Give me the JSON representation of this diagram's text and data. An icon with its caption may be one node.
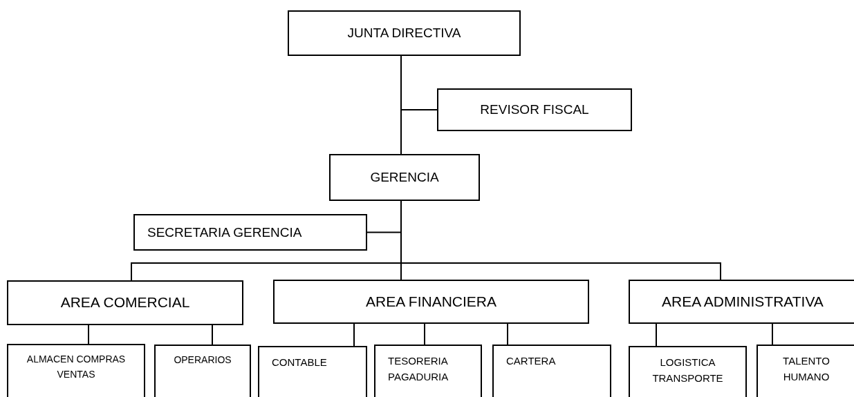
{
  "diagram": {
    "nodes": [
      {
        "text": [
          "JUNTA DIRECTIVA"
        ]
      },
      {
        "text": [
          "REVISOR FISCAL"
        ]
      },
      {
        "text": [
          "GERENCIA"
        ]
      },
      {
        "text": [
          "SECRETARIA GERENCIA"
        ]
      },
      {
        "text": [
          "AREA COMERCIAL"
        ]
      },
      {
        "text": [
          "AREA FINANCIERA"
        ]
      },
      {
        "text": [
          "AREA ADMINISTRATIVA"
        ]
      },
      {
        "text": [
          "ALMACEN COMPRAS VENTAS"
        ]
      },
      {
        "text": [
          "OPERARIOS"
        ]
      },
      {
        "text": [
          "CONTABLE"
        ]
      },
      {
        "text": [
          "TESORERIA PAGADURIA"
        ]
      },
      {
        "text": [
          "CARTERA"
        ]
      },
      {
        "text": [
          "LOGISTICA TRANSPORTE"
        ]
      },
      {
        "text": [
          "TALENTO HUMANO"
        ]
      }
    ],
    "edges": [
      {
        "from": 0,
        "to": 1,
        "arrow": "none"
      },
      {
        "from": 0,
        "to": 2,
        "arrow": "none"
      },
      {
        "from": 2,
        "to": 3,
        "arrow": "none"
      },
      {
        "from": 2,
        "to": 4,
        "arrow": "none"
      },
      {
        "from": 2,
        "to": 5,
        "arrow": "none"
      },
      {
        "from": 2,
        "to": 6,
        "arrow": "none"
      },
      {
        "from": 4,
        "to": 7,
        "arrow": "none"
      },
      {
        "from": 4,
        "to": 8,
        "arrow": "none"
      },
      {
        "from": 5,
        "to": 9,
        "arrow": "none"
      },
      {
        "from": 5,
        "to": 10,
        "arrow": "none"
      },
      {
        "from": 5,
        "to": 11,
        "arrow": "none"
      },
      {
        "from": 6,
        "to": 12,
        "arrow": "none"
      },
      {
        "from": 6,
        "to": 13,
        "arrow": "none"
      }
    ]
  }
}
